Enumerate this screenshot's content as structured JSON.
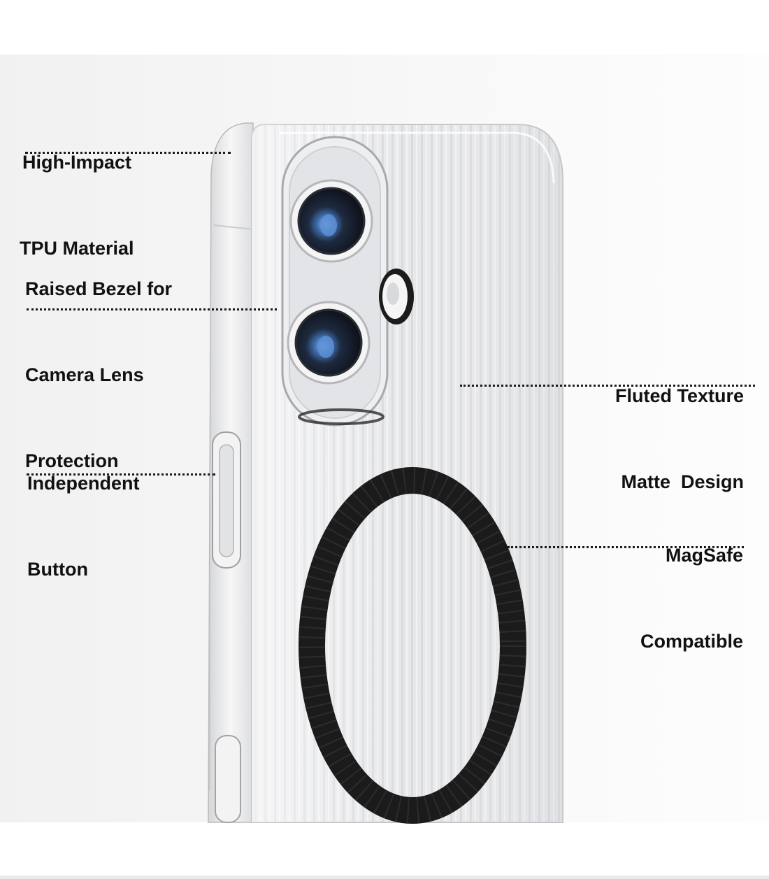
{
  "callouts": {
    "tpu": {
      "lines": [
        "High-Impact",
        "TPU Material"
      ]
    },
    "bezel": {
      "lines": [
        "Raised Bezel for",
        "Camera Lens",
        "Protection"
      ]
    },
    "button": {
      "lines": [
        "Independent",
        "Button"
      ]
    },
    "texture": {
      "lines": [
        "Fluted Texture",
        "Matte  Design"
      ]
    },
    "magsafe": {
      "lines": [
        "MagSafe",
        "Compatible"
      ]
    }
  },
  "colors": {
    "text": "#111111",
    "leader": "#1a1a1a",
    "magsafe_ring": "#1b1b1b",
    "lens_blue": "#3f6fb0"
  },
  "icons": {
    "camera": "camera-lens-icon",
    "flash": "flash-icon",
    "magsafe": "magsafe-ring-icon"
  }
}
